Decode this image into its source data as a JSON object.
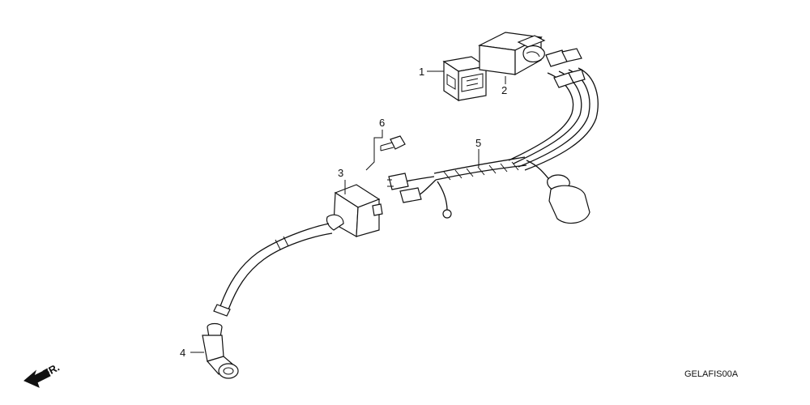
{
  "callouts": [
    {
      "id": "1",
      "text": "1"
    },
    {
      "id": "2",
      "text": "2"
    },
    {
      "id": "3",
      "text": "3"
    },
    {
      "id": "4",
      "text": "4"
    },
    {
      "id": "5",
      "text": "5"
    },
    {
      "id": "6",
      "text": "6"
    }
  ],
  "direction_label": "FR.",
  "diagram_code": "GELAFIS00A"
}
